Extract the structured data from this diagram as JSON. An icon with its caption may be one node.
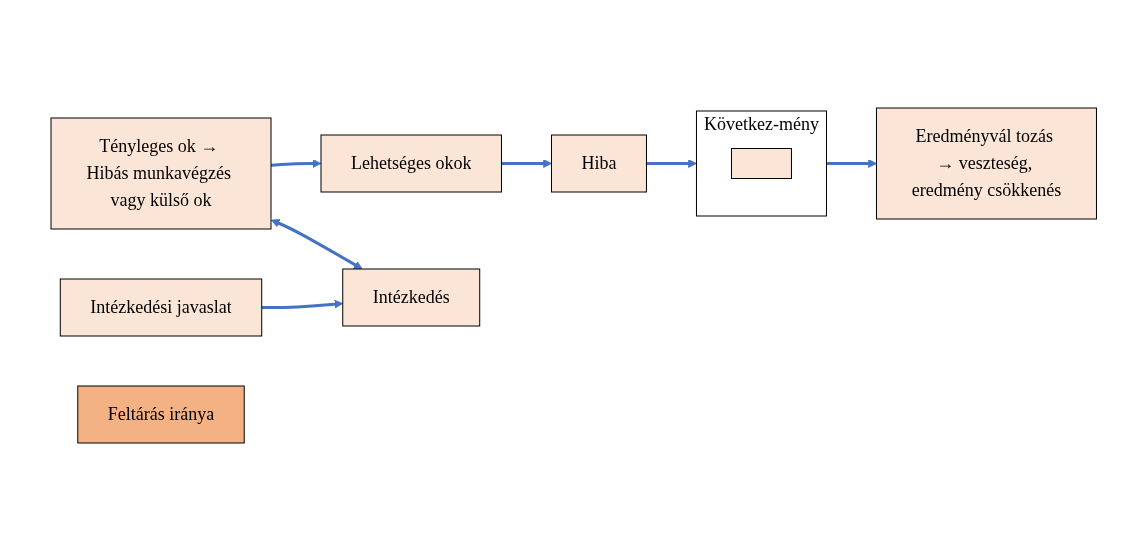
{
  "diagram": {
    "nodes": [
      {
        "text": [
          "Tényleges ok → Hibás munkavégzés vagy külső ok"
        ]
      },
      {
        "text": [
          "Lehetséges okok"
        ]
      },
      {
        "text": [
          "Hiba"
        ]
      },
      {
        "text": [
          "Következ-mény"
        ]
      },
      {
        "text": [],
        "shape": "box",
        "in": 3
      },
      {
        "text": [
          "Eredményvál tozás → veszteség, eredmény csökkenés"
        ]
      },
      {
        "text": [
          "Intézkedés"
        ]
      },
      {
        "text": [
          "Intézkedési javaslat"
        ]
      },
      {
        "text": [
          "Feltárás iránya"
        ]
      }
    ],
    "edges": [
      {
        "from": 0,
        "to": 1,
        "arrow": "to"
      },
      {
        "from": 1,
        "to": 2,
        "arrow": "to"
      },
      {
        "from": 2,
        "to": 3,
        "arrow": "to"
      },
      {
        "from": 3,
        "to": 5,
        "arrow": "to"
      },
      {
        "from": 0,
        "to": 6,
        "arrow": "both"
      },
      {
        "from": 7,
        "to": 6,
        "arrow": "to"
      }
    ]
  }
}
